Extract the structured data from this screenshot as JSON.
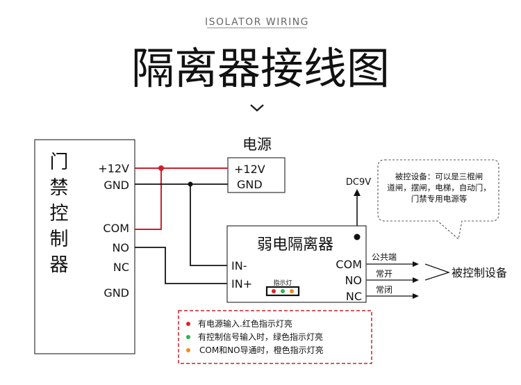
{
  "header": {
    "subtitle": "ISOLATOR WIRING",
    "title": "隔离器接线图"
  },
  "controller": {
    "label": "门禁控制器",
    "pins": [
      "+12V",
      "GND",
      "COM",
      "NO",
      "NC",
      "GND"
    ]
  },
  "power": {
    "title": "电源",
    "pins": [
      "+12V",
      "GND"
    ]
  },
  "isolator": {
    "title": "弱电隔离器",
    "inputs": [
      "IN-",
      "IN+"
    ],
    "outputs": [
      "COM",
      "NO",
      "NC"
    ],
    "indicator_label": "指示灯"
  },
  "dc_label": "DC9V",
  "callout": {
    "text_lines": [
      "被控设备：可以是三棍闸",
      "道闸，摆闸，电梯，自动门，",
      "门禁专用电源等"
    ]
  },
  "output_labels": [
    "公共端",
    "常开",
    "常闭"
  ],
  "controlled_device": "被控制设备",
  "legend": [
    {
      "text": "有电源输入.红色指示灯亮",
      "color": "#e02020"
    },
    {
      "text": "有控制信号输入时，绿色指示灯亮",
      "color": "#2bb24c"
    },
    {
      "text": "COM和NO导通时，橙色指示灯亮",
      "color": "#f08a1c"
    }
  ],
  "colors": {
    "wire_red": "#cc1f2b",
    "wire_black": "#111111",
    "legend_border": "#c8202b",
    "led_red": "#e02020",
    "led_green": "#2bb24c",
    "led_orange": "#f08a1c"
  }
}
